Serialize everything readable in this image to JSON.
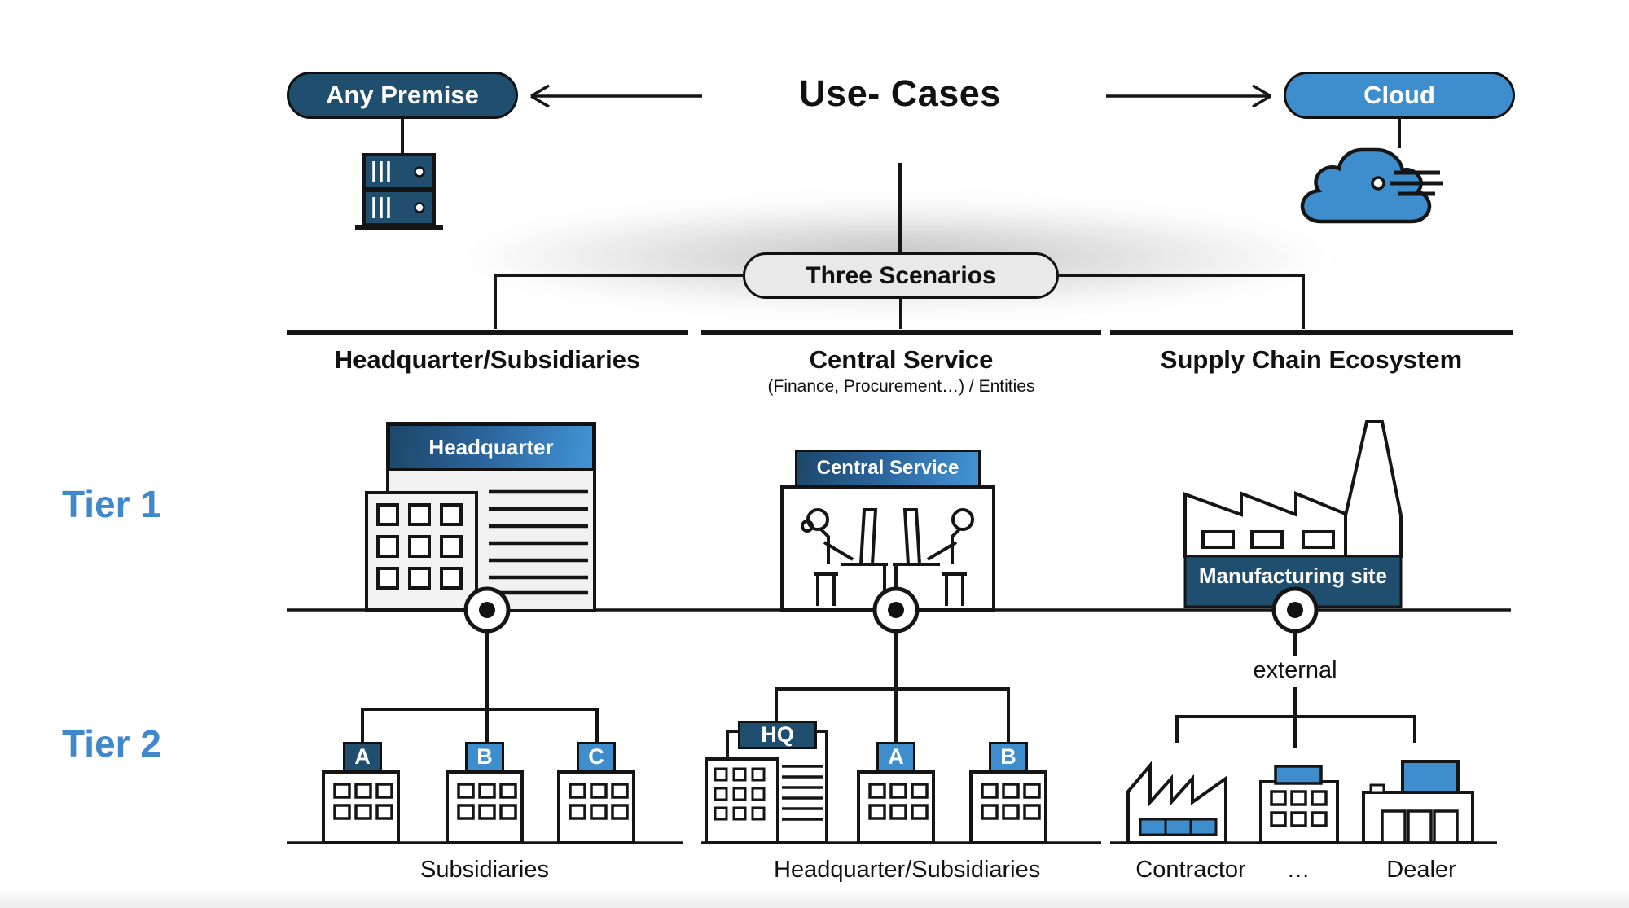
{
  "title": "Use- Cases",
  "deployment": {
    "any_premise_label": "Any Premise",
    "cloud_label": "Cloud"
  },
  "scenarios_pill_label": "Three Scenarios",
  "tier_labels": {
    "tier1": "Tier 1",
    "tier2": "Tier 2"
  },
  "columns": [
    {
      "title": "Headquarter/Subsidiaries",
      "tier1": {
        "building_label": "Headquarter"
      },
      "tier2": {
        "tags": [
          "A",
          "B",
          "C"
        ],
        "caption": "Subsidiaries"
      }
    },
    {
      "title": "Central Service",
      "subtitle": "(Finance, Procurement…) / Entities",
      "tier1": {
        "building_label": "Central Service"
      },
      "tier2": {
        "hq_tag": "HQ",
        "tags": [
          "A",
          "B"
        ],
        "caption": "Headquarter/Subsidiaries"
      }
    },
    {
      "title": "Supply Chain Ecosystem",
      "tier1": {
        "building_label": "Manufacturing site"
      },
      "tier2": {
        "external_label": "external",
        "captions": [
          "Contractor",
          "…",
          "Dealer"
        ]
      }
    }
  ],
  "colors": {
    "navy": "#1F4E6E",
    "blue": "#3E8ECD",
    "tier_blue": "#3F88CB",
    "pill_gray": "#E9E9E9"
  }
}
